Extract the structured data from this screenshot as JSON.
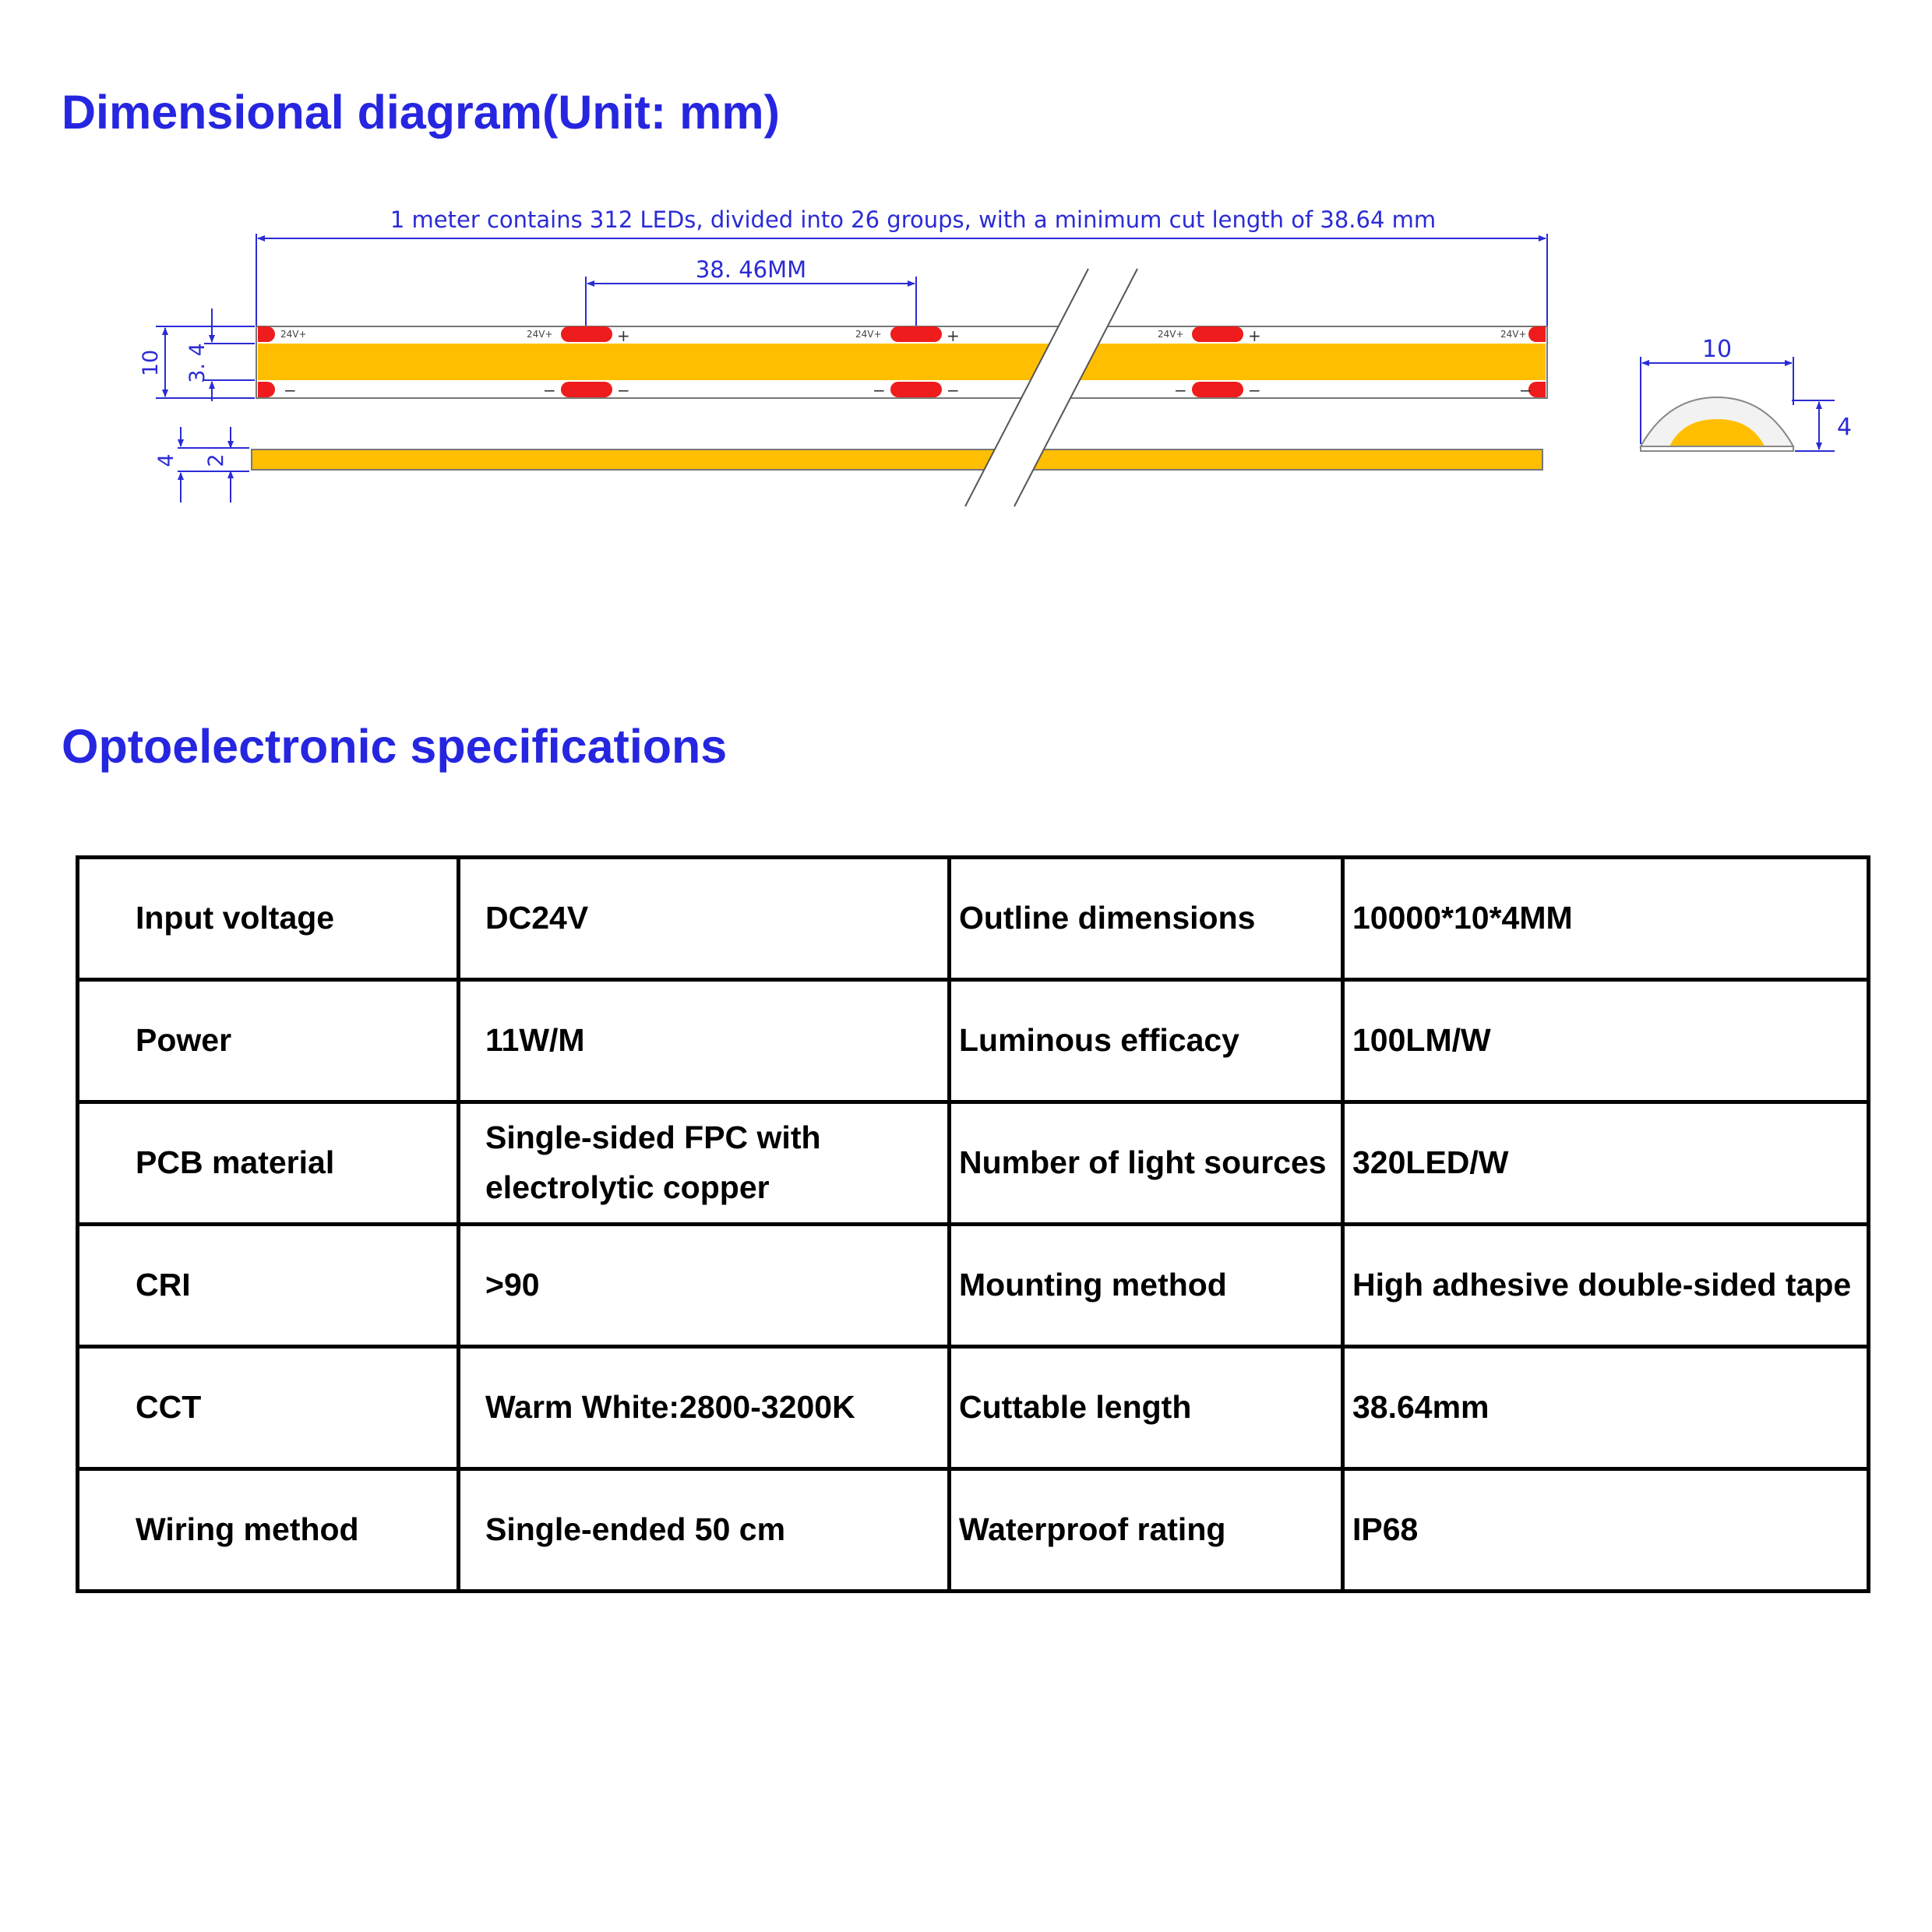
{
  "sections": {
    "dimensional_title": "Dimensional diagram(Unit: mm)",
    "specs_title": "Optoelectronic specifications"
  },
  "diagram": {
    "caption": "1 meter contains 312 LEDs, divided into 26 groups, with a minimum cut length of 38.64 mm",
    "segment_label": "38. 46MM",
    "width_label": "10",
    "led_width_label": "3. 4",
    "height_label": "4",
    "led_height_label": "2",
    "profile_width_label": "10",
    "profile_height_label": "4",
    "pad_label": "24V+",
    "plus_sign": "+",
    "minus_sign": "−",
    "colors": {
      "led_strip": "#ffbf00",
      "pad": "#ee1c1c",
      "dimension": "#2b2bd6"
    }
  },
  "specs": {
    "rows": [
      {
        "label1": "Input voltage",
        "value1": "DC24V",
        "label2": "Outline dimensions",
        "value2": "10000*10*4MM"
      },
      {
        "label1": "Power",
        "value1": "11W/M",
        "label2": "Luminous efficacy",
        "value2": "100LM/W"
      },
      {
        "label1": "PCB material",
        "value1": "Single-sided FPC with electrolytic copper",
        "label2": "Number of light sources",
        "value2": "320LED/W"
      },
      {
        "label1": "CRI",
        "value1": ">90",
        "label2": "Mounting method",
        "value2": "High adhesive double-sided tape"
      },
      {
        "label1": "CCT",
        "value1": "Warm White:2800-3200K",
        "label2": "Cuttable length",
        "value2": "38.64mm"
      },
      {
        "label1": "Wiring method",
        "value1": "Single-ended 50 cm",
        "label2": "Waterproof rating",
        "value2": "IP68"
      }
    ]
  }
}
